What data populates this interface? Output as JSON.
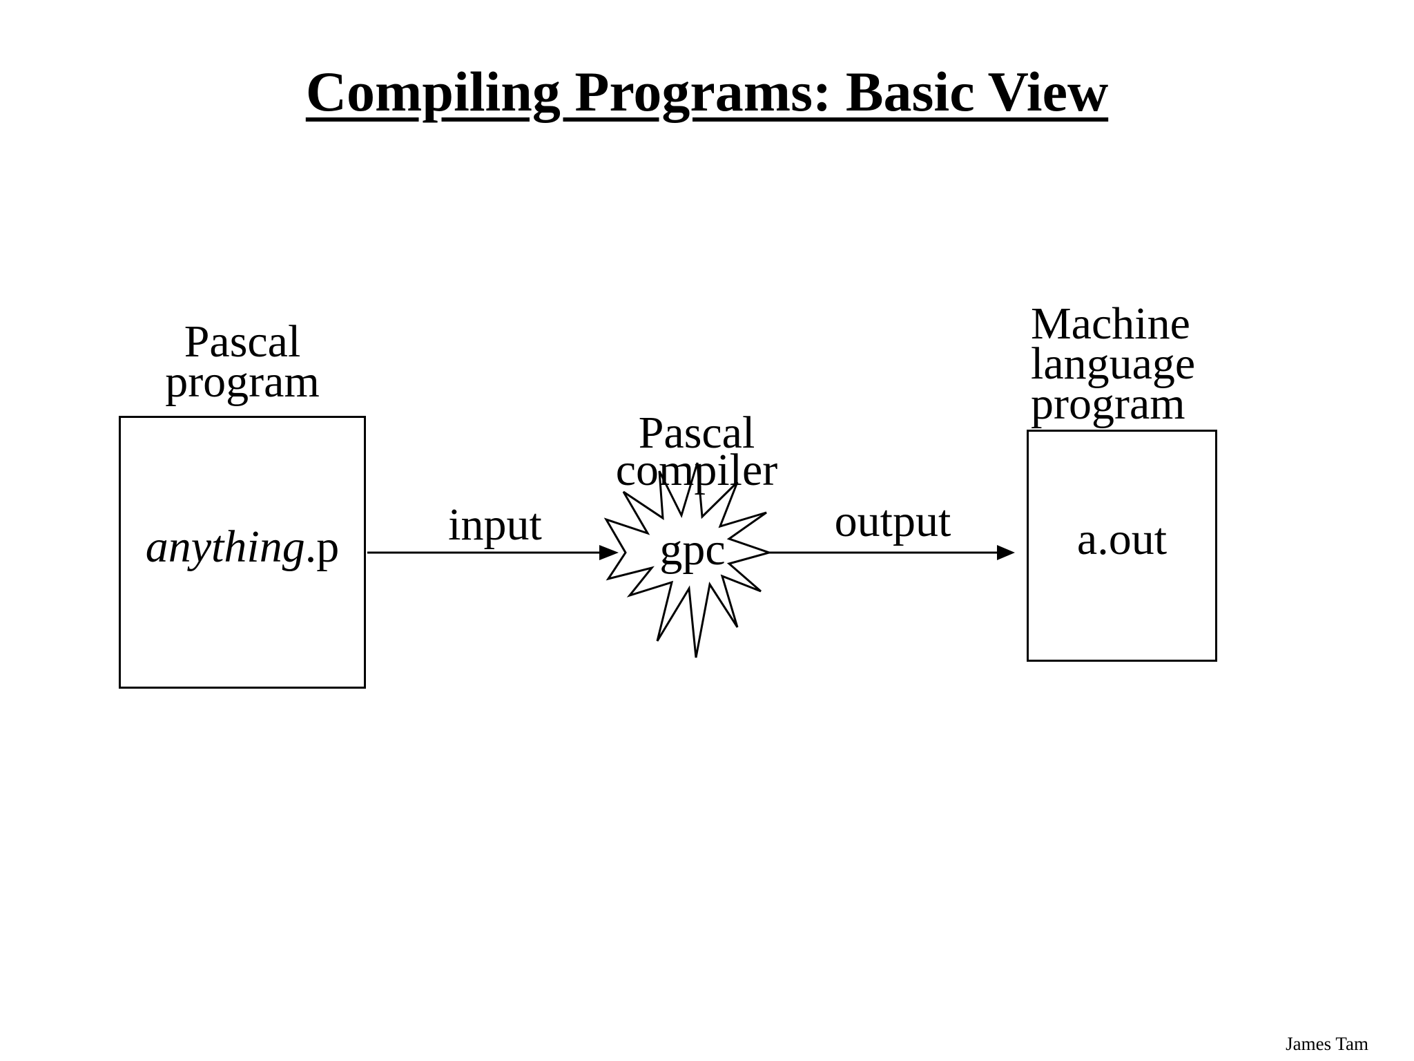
{
  "colors": {
    "ink": "#000000",
    "background": "#ffffff"
  },
  "slide": {
    "title": "Compiling Programs: Basic View",
    "credit": "James Tam"
  },
  "source_box": {
    "label_lines": [
      "Pascal",
      "program"
    ],
    "file_name_italic": "anything",
    "file_name_ext": ".p"
  },
  "input_arrow": {
    "label": "input"
  },
  "compiler": {
    "label_lines": [
      "Pascal",
      "compiler"
    ],
    "name": "gpc"
  },
  "output_arrow": {
    "label": "output"
  },
  "target_box": {
    "label_lines": [
      "Machine",
      "language",
      "program"
    ],
    "file_name": "a.out"
  }
}
